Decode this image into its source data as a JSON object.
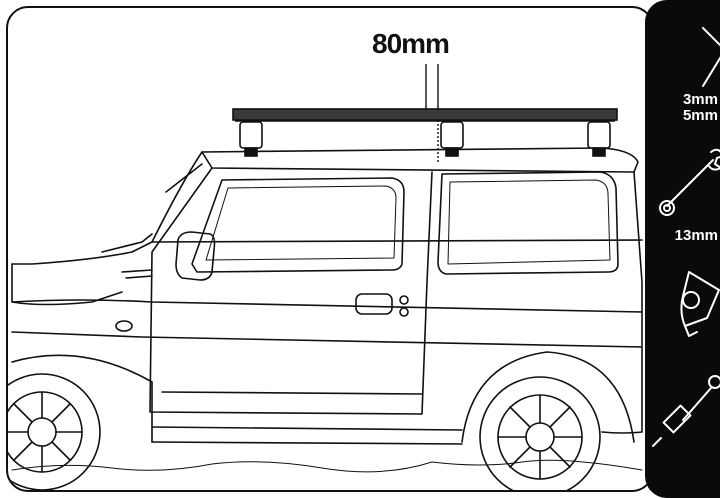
{
  "dimension": {
    "label": "80mm"
  },
  "tools": [
    {
      "icon": "hex-key-icon",
      "sizes": [
        "3mm",
        "5mm"
      ]
    },
    {
      "icon": "spanner-icon",
      "sizes": [
        "13mm"
      ]
    },
    {
      "icon": "tape-measure-icon",
      "sizes": []
    },
    {
      "icon": "torque-wrench-icon",
      "sizes": []
    }
  ],
  "colors": {
    "line": "#111111",
    "panel": "#0a0a0a",
    "background": "#ffffff"
  }
}
